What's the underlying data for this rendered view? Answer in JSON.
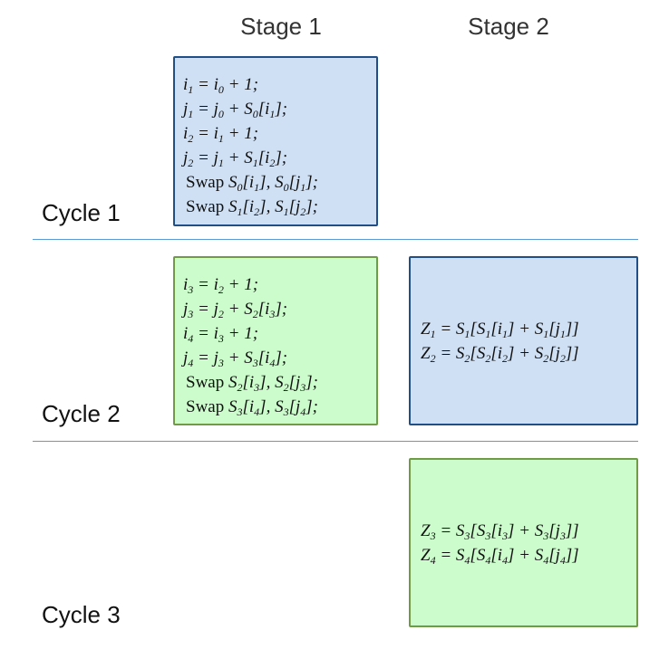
{
  "stages": [
    "Stage 1",
    "Stage 2"
  ],
  "cycles": [
    "Cycle 1",
    "Cycle 2",
    "Cycle 3"
  ],
  "boxes": [
    {
      "id": "cycle1-stage1",
      "color": "blue",
      "lines": [
        "i1 = i0 + 1;",
        "j1 = j0 + S0[i1];",
        "i2 = i1 + 1;",
        "j2 = j1 + S1[i2];",
        "Swap S0[i1], S0[j1];",
        "Swap S1[i2], S1[j2];"
      ]
    },
    {
      "id": "cycle2-stage1",
      "color": "green",
      "lines": [
        "i3 = i2 + 1;",
        "j3 = j2 + S2[i3];",
        "i4 = i3 + 1;",
        "j4 = j3 + S3[i4];",
        "Swap S2[i3], S2[j3];",
        "Swap S3[i4], S3[j4];"
      ]
    },
    {
      "id": "cycle2-stage2",
      "color": "blue",
      "lines": [
        "Z1 = S1[S1[i1] + S1[j1]]",
        "Z2 = S2[S2[i2] + S2[j2]]"
      ]
    },
    {
      "id": "cycle3-stage2",
      "color": "green",
      "lines": [
        "Z3 = S3[S3[i3] + S3[j3]]",
        "Z4 = S4[S4[i4] + S4[j4]]"
      ]
    }
  ],
  "colors": {
    "blue_fill": "#cfe0f5",
    "blue_border": "#1f4f86",
    "green_fill": "#ccfccc",
    "green_border": "#6f9a46",
    "divider": "#5b9bd5"
  }
}
